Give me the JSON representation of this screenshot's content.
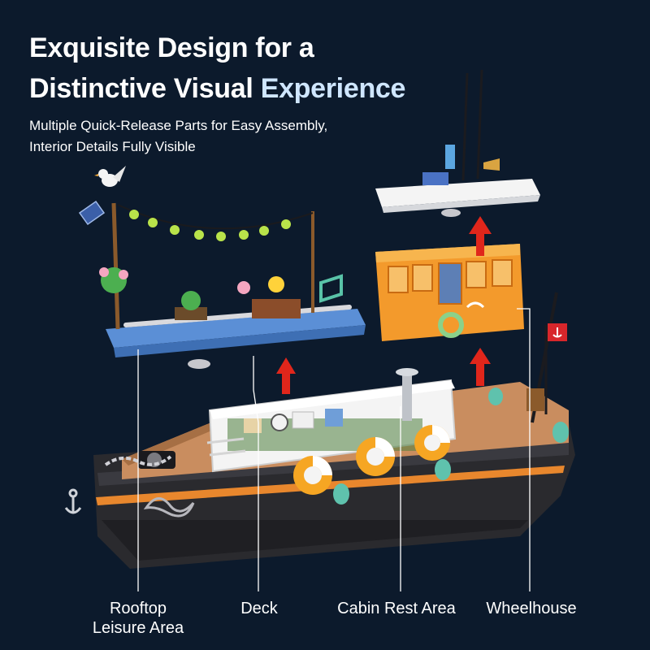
{
  "headline": {
    "line1": "Exquisite Design for a",
    "line2_main": "Distinctive Visual ",
    "line2_accent": "Experience"
  },
  "subtitle": {
    "line1": "Multiple Quick-Release Parts for Easy Assembly,",
    "line2": "Interior Details Fully Visible"
  },
  "callouts": {
    "rooftop_line1": "Rooftop",
    "rooftop_line2": "Leisure Area",
    "deck": "Deck",
    "cabin": "Cabin Rest Area",
    "wheelhouse": "Wheelhouse"
  },
  "colors": {
    "background": "#0c1a2c",
    "headline_accent": "#cfe6ff",
    "arrow": "#e0261b",
    "hull": "#2a2a2e",
    "hull_stripe": "#e8872d",
    "deck": "#c98d5f",
    "cabin_white": "#f4f4f4",
    "wheelhouse_orange": "#f39a2c",
    "platform_blue": "#5b8fd6"
  },
  "icons": [
    "seagull-icon",
    "anchor-icon",
    "lifebuoy-icon",
    "flag-icon",
    "solar-panel-icon",
    "string-lights-icon"
  ]
}
